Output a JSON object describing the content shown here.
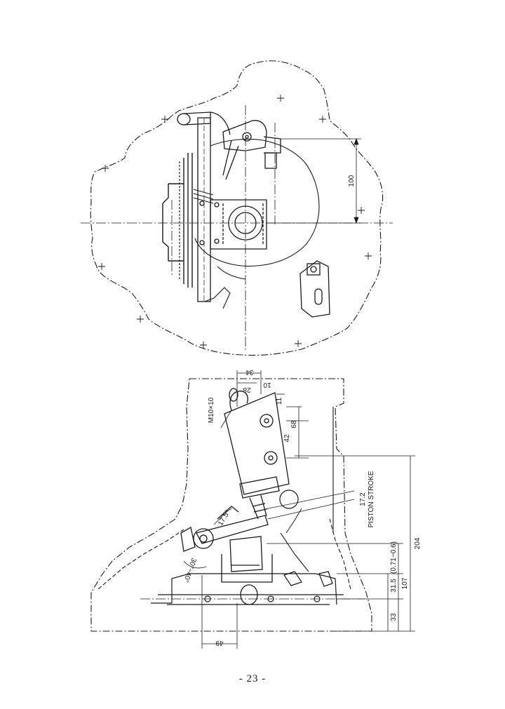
{
  "page": {
    "number": "- 23 -"
  },
  "top_view": {
    "dimensions": {
      "height": "100"
    }
  },
  "side_view": {
    "dimensions": {
      "d34": "34",
      "d10": "10",
      "d28": "28",
      "thread": "M10×10",
      "d11": "11",
      "d68": "68",
      "d42": "42",
      "d204": "204",
      "d107": "107",
      "d31_5": "31.5",
      "d33": "33",
      "d49": "49",
      "range_a": "(0.71~0.6)",
      "angle_a": "30°~40°",
      "angle_b": "17.5°",
      "stroke_value": "17.2",
      "stroke_label": "PISTON STROKE"
    }
  },
  "colors": {
    "ink": "#1a1a1a",
    "paper": "#ffffff"
  }
}
